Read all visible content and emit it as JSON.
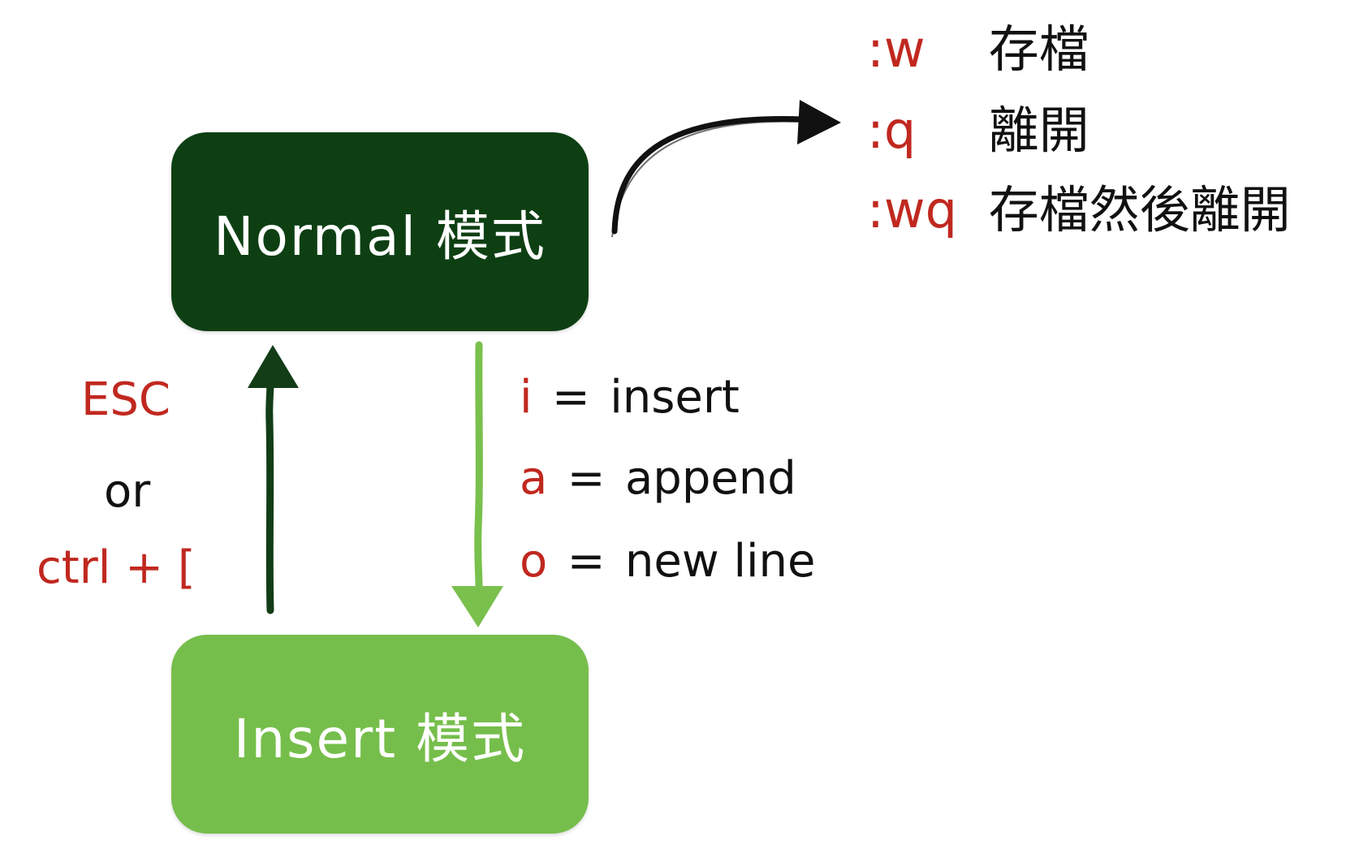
{
  "nodes": {
    "normal": {
      "label": "Normal 模式",
      "color": "#0e3f13"
    },
    "insert": {
      "label": "Insert 模式",
      "color": "#76be4b"
    }
  },
  "exit_keys": {
    "primary": "ESC",
    "separator": "or",
    "secondary": "ctrl + ["
  },
  "enter_keys": [
    {
      "key": "i",
      "eq": "=",
      "meaning": "insert"
    },
    {
      "key": "a",
      "eq": "=",
      "meaning": "append"
    },
    {
      "key": "o",
      "eq": "=",
      "meaning": "new line"
    }
  ],
  "commands": [
    {
      "key": ":w",
      "meaning": "存檔"
    },
    {
      "key": ":q",
      "meaning": "離開"
    },
    {
      "key": ":wq",
      "meaning": "存檔然後離開"
    }
  ],
  "colors": {
    "key_text": "#c0281f",
    "body_text": "#111111",
    "arrow_up": "#123d17",
    "arrow_down": "#79c04d",
    "arrow_curve": "#111111"
  }
}
